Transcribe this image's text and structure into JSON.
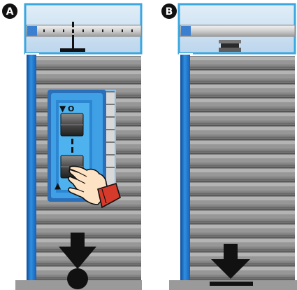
{
  "panels": [
    {
      "label": "A",
      "rail_marker": "plunger",
      "bottom_symbol": "arrow-to-dot",
      "control_device": true,
      "hand_pressing": true
    },
    {
      "label": "B",
      "rail_marker": "sensor-block",
      "bottom_symbol": "arrow-to-bar",
      "control_device": false,
      "hand_pressing": false
    }
  ],
  "switch": {
    "up_symbol": "▲",
    "down_symbol": "▼",
    "off_symbol": "O"
  },
  "colors": {
    "frame": "#3aa7e0",
    "post": "#1e6fc0",
    "slats": "#8a8a8a",
    "floor": "#9a9a9a",
    "device": "#3b96d9",
    "arrow": "#111111",
    "cuff": "#d63a2a"
  }
}
